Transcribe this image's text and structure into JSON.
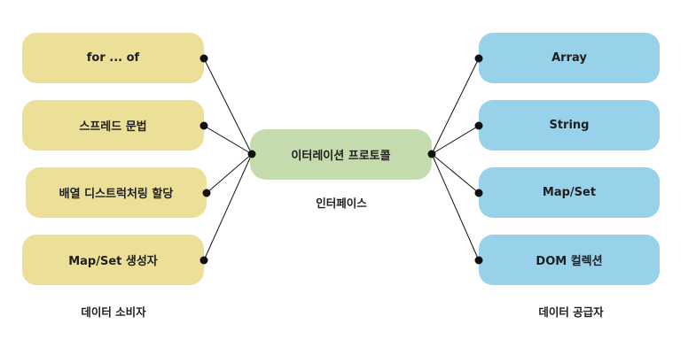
{
  "consumers": {
    "items": [
      {
        "label": "for ... of"
      },
      {
        "label": "스프레드 문법"
      },
      {
        "label": "배열 디스트럭처링 할당"
      },
      {
        "label": "Map/Set 생성자"
      }
    ],
    "caption": "데이터 소비자"
  },
  "protocol": {
    "label": "이터레이션 프로토콜",
    "caption": "인터페이스"
  },
  "suppliers": {
    "items": [
      {
        "label": "Array"
      },
      {
        "label": "String"
      },
      {
        "label": "Map/Set"
      },
      {
        "label": "DOM 컬렉션"
      }
    ],
    "caption": "데이터 공급자"
  },
  "colors": {
    "consumer": "#ecdf98",
    "supplier": "#98d1ea",
    "protocol": "#c4dbad",
    "connector": "#111111"
  }
}
